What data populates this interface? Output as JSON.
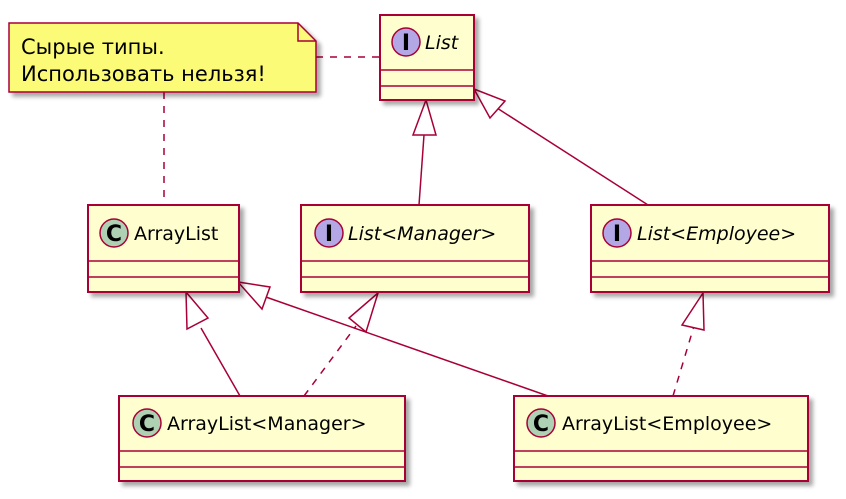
{
  "diagram": {
    "type": "uml-class",
    "colors": {
      "box_fill": "#FEFECE",
      "box_border": "#A80036",
      "note_fill": "#FBFB77",
      "interface_badge": "#B4A7E5",
      "class_badge": "#ADD1B2",
      "line": "#A80036"
    },
    "note": {
      "lines": [
        "Сырые типы.",
        "Использовать нельзя!"
      ]
    },
    "nodes": {
      "list": {
        "kind": "interface",
        "badge": "I",
        "label": "List"
      },
      "arraylist": {
        "kind": "class",
        "badge": "C",
        "label": "ArrayList"
      },
      "list_manager": {
        "kind": "interface",
        "badge": "I",
        "label": "List<Manager>"
      },
      "list_employee": {
        "kind": "interface",
        "badge": "I",
        "label": "List<Employee>"
      },
      "arraylist_manager": {
        "kind": "class",
        "badge": "C",
        "label": "ArrayList<Manager>"
      },
      "arraylist_employee": {
        "kind": "class",
        "badge": "C",
        "label": "ArrayList<Employee>"
      }
    },
    "edges": [
      {
        "from": "list_manager",
        "to": "list",
        "relation": "extends"
      },
      {
        "from": "list_employee",
        "to": "list",
        "relation": "extends"
      },
      {
        "from": "arraylist_manager",
        "to": "arraylist",
        "relation": "extends"
      },
      {
        "from": "arraylist_employee",
        "to": "arraylist",
        "relation": "extends"
      },
      {
        "from": "arraylist_manager",
        "to": "list_manager",
        "relation": "implements"
      },
      {
        "from": "arraylist_employee",
        "to": "list_employee",
        "relation": "implements"
      },
      {
        "from": "note",
        "to": "list",
        "relation": "note-link"
      },
      {
        "from": "note",
        "to": "arraylist",
        "relation": "note-link"
      }
    ]
  }
}
